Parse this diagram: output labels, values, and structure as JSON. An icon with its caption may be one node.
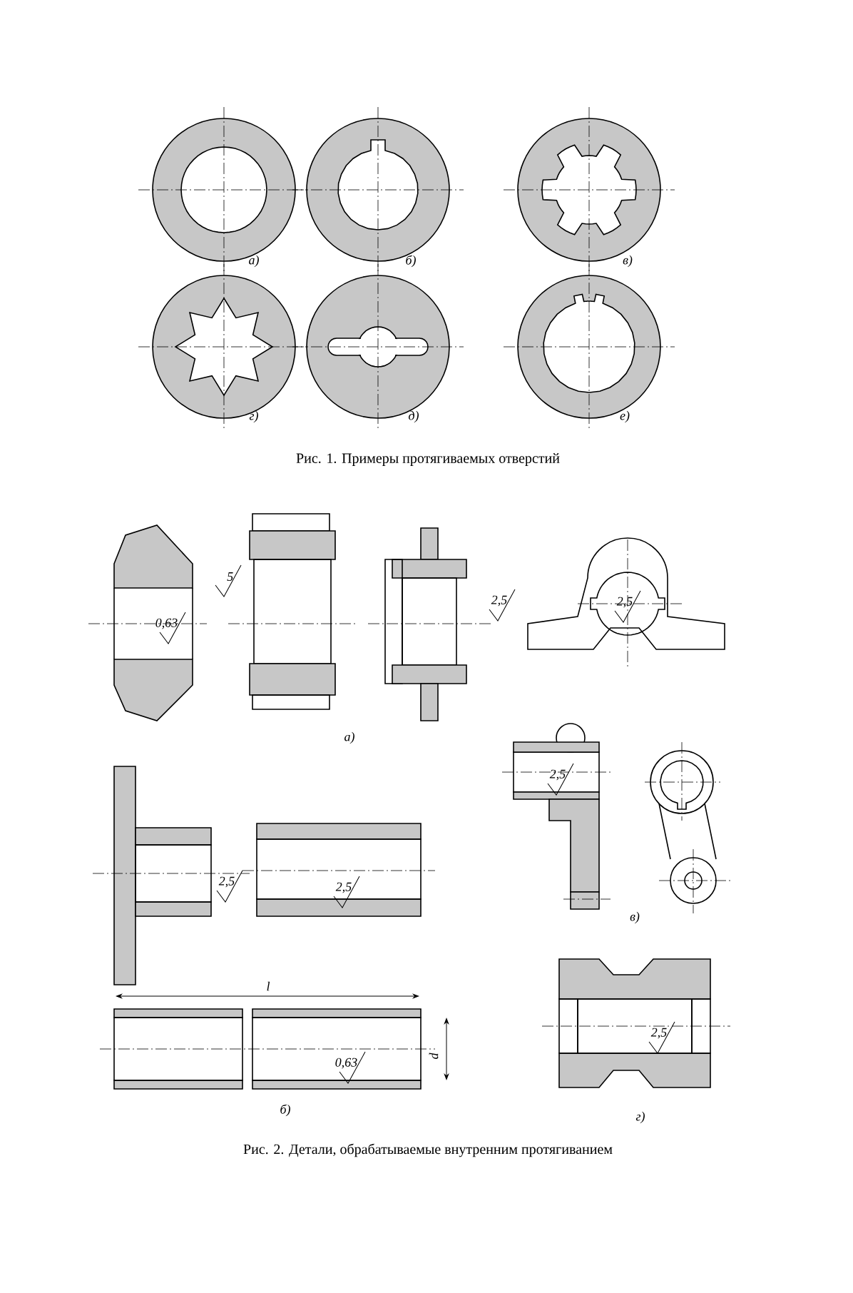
{
  "diagram": {
    "labels": [
      "а)",
      "б)",
      "в)",
      "г)",
      "д)",
      "е)",
      "Рис. 1. Примеры протягиваемых отверстий",
      "5",
      "0,63",
      "2,5",
      "2,5",
      "а)",
      "2,5",
      "2,5",
      "2,5",
      "l",
      "d",
      "0,63",
      "в)",
      "б)",
      "2,5",
      "г)",
      "Рис. 2. Детали, обрабатываемые внутренним протягиванием"
    ]
  }
}
